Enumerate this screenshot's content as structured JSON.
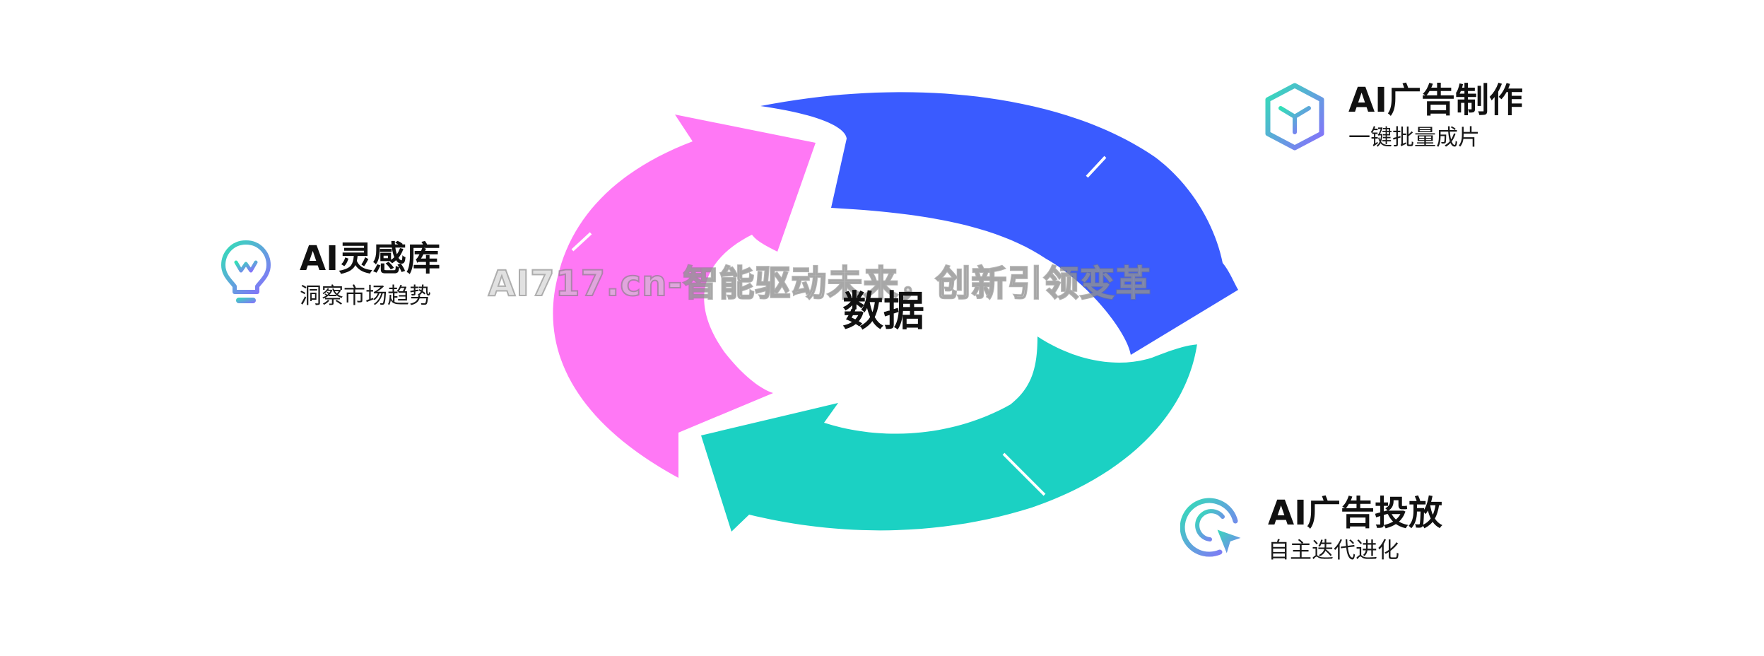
{
  "diagram": {
    "center_label": "数据",
    "watermark": "AI717.cn-智能驱动未来，创新引领变革",
    "nodes": [
      {
        "title": "AI灵感库",
        "subtitle": "洞察市场趋势",
        "icon": "lightbulb-icon"
      },
      {
        "title": "AI广告制作",
        "subtitle": "一键批量成片",
        "icon": "cube-icon"
      },
      {
        "title": "AI广告投放",
        "subtitle": "自主迭代进化",
        "icon": "target-cursor-icon"
      }
    ],
    "colors": {
      "blue_arrow": "#3A5BFF",
      "teal_arrow": "#1BD1C3",
      "pink_arrow": "#FF78F5",
      "icon_gradient_start": "#31E1B6",
      "icon_gradient_end": "#8A6BFF"
    }
  }
}
